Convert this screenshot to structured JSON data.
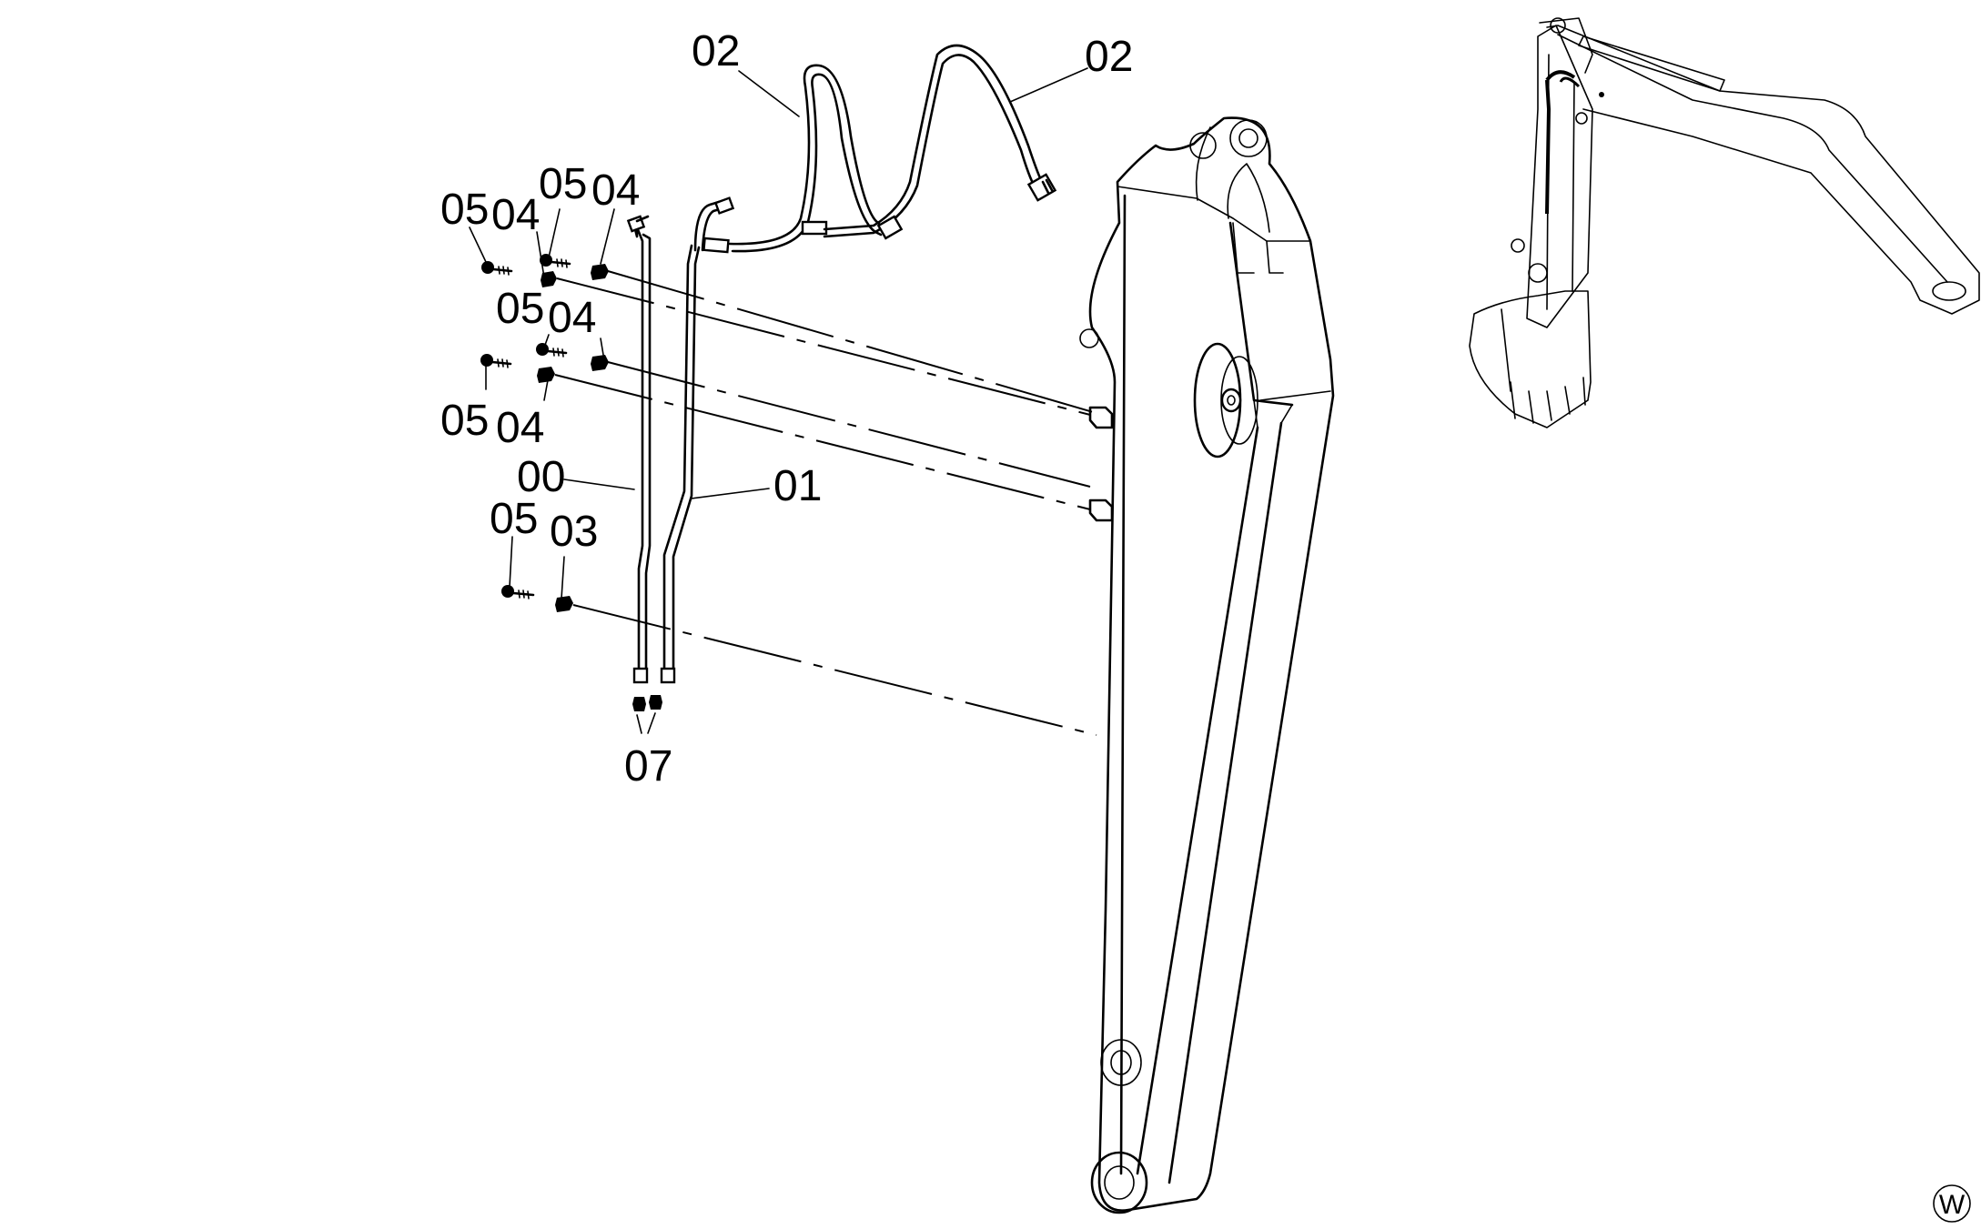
{
  "labels": {
    "hose_upper_left": "02",
    "hose_upper_right": "02",
    "bolt_a": "05",
    "bolt_b": "05",
    "bolt_c": "05",
    "bolt_d": "05",
    "bolt_e": "05",
    "clamp_a": "04",
    "clamp_b": "04",
    "clamp_c": "04",
    "clamp_d": "04",
    "pipe_left": "00",
    "pipe_right": "01",
    "clamp_lower": "03",
    "plugs": "07"
  },
  "marks": {
    "corner_symbol": "W"
  }
}
